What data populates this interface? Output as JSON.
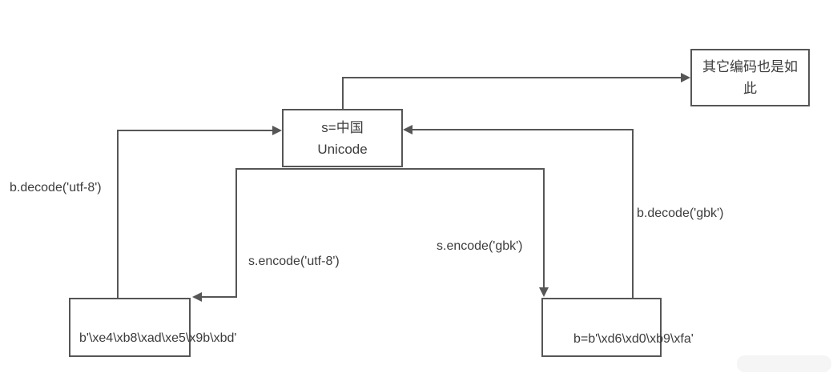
{
  "diagram": {
    "background_color": "#ffffff",
    "line_color": "#565656",
    "text_color": "#3c3c3c",
    "nodes": {
      "unicode": {
        "text": "s=中国 Unicode",
        "lines": [
          "s=中国",
          "Unicode"
        ]
      },
      "other_encodings": {
        "text": "其它编码也是如此",
        "lines": [
          "其它编码也是如",
          "此"
        ]
      },
      "utf8_bytes": {
        "text": "b'\\xe4\\xb8\\xad\\xe5\\x9b\\xbd'"
      },
      "gbk_bytes": {
        "text": "b=b'\\xd6\\xd0\\xb9\\xfa'"
      }
    },
    "edges": {
      "decode_utf8": {
        "label": "b.decode('utf-8')"
      },
      "encode_utf8": {
        "label": "s.encode('utf-8')"
      },
      "encode_gbk": {
        "label": "s.encode('gbk')"
      },
      "decode_gbk": {
        "label": "b.decode('gbk')"
      }
    }
  }
}
